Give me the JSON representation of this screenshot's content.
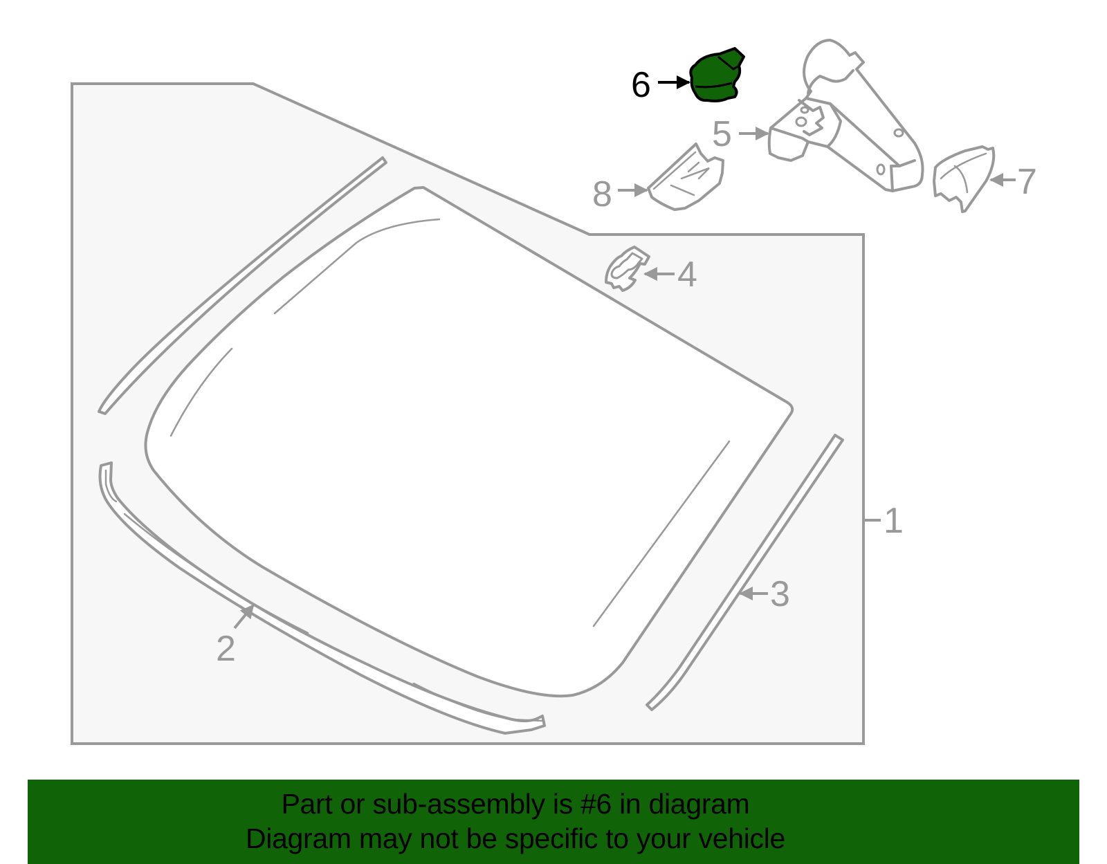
{
  "diagram": {
    "title": "Windshield & Rear View Mirror Assembly Parts Diagram",
    "highlighted_part": "6",
    "highlight_color": "#116307",
    "line_color": "#999999",
    "panel_fill": "#f7f7f7",
    "callouts": [
      {
        "number": "1",
        "label": "1",
        "description": "Windshield glass assembly (bracket callout)"
      },
      {
        "number": "2",
        "label": "2",
        "description": "Lower windshield molding"
      },
      {
        "number": "3",
        "label": "3",
        "description": "Side windshield molding"
      },
      {
        "number": "4",
        "label": "4",
        "description": "Clip / retainer"
      },
      {
        "number": "5",
        "label": "5",
        "description": "Rear view mirror"
      },
      {
        "number": "6",
        "label": "6",
        "description": "Sensor (highlighted part)"
      },
      {
        "number": "7",
        "label": "7",
        "description": "Mirror cover"
      },
      {
        "number": "8",
        "label": "8",
        "description": "Mirror mount cover"
      }
    ]
  },
  "banner": {
    "line1": "Part or sub-assembly is #6 in diagram",
    "line2": "Diagram may not be specific to your vehicle",
    "background": "#116307"
  }
}
